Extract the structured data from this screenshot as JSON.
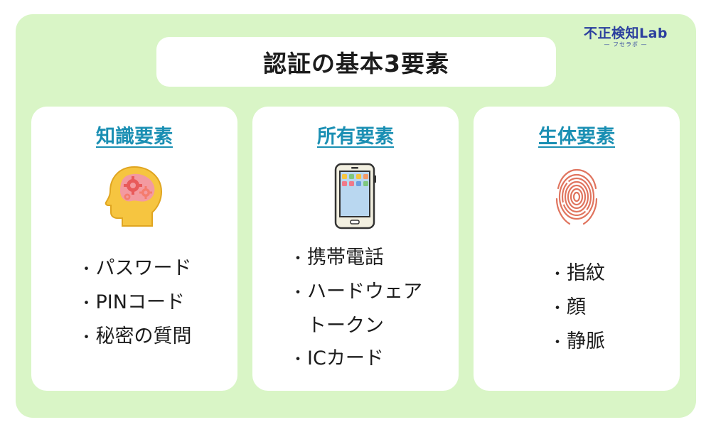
{
  "title": "認証の基本3要素",
  "logo": {
    "main": "不正検知Lab",
    "sub": "— フセラボ —"
  },
  "cards": [
    {
      "heading": "知識要素",
      "icon": "head-gears-icon",
      "items": [
        "パスワード",
        "PINコード",
        "秘密の質問"
      ]
    },
    {
      "heading": "所有要素",
      "icon": "smartphone-icon",
      "items": [
        "携帯電話",
        "ハードウェア",
        "トークン",
        "ICカード"
      ]
    },
    {
      "heading": "生体要素",
      "icon": "fingerprint-icon",
      "items": [
        "指紋",
        "顔",
        "静脈"
      ]
    }
  ],
  "bullet": "・",
  "colors": {
    "panel_bg": "#d9f5c6",
    "heading": "#1a8fb3",
    "logo": "#2b3f9e",
    "card_bg": "#ffffff"
  }
}
